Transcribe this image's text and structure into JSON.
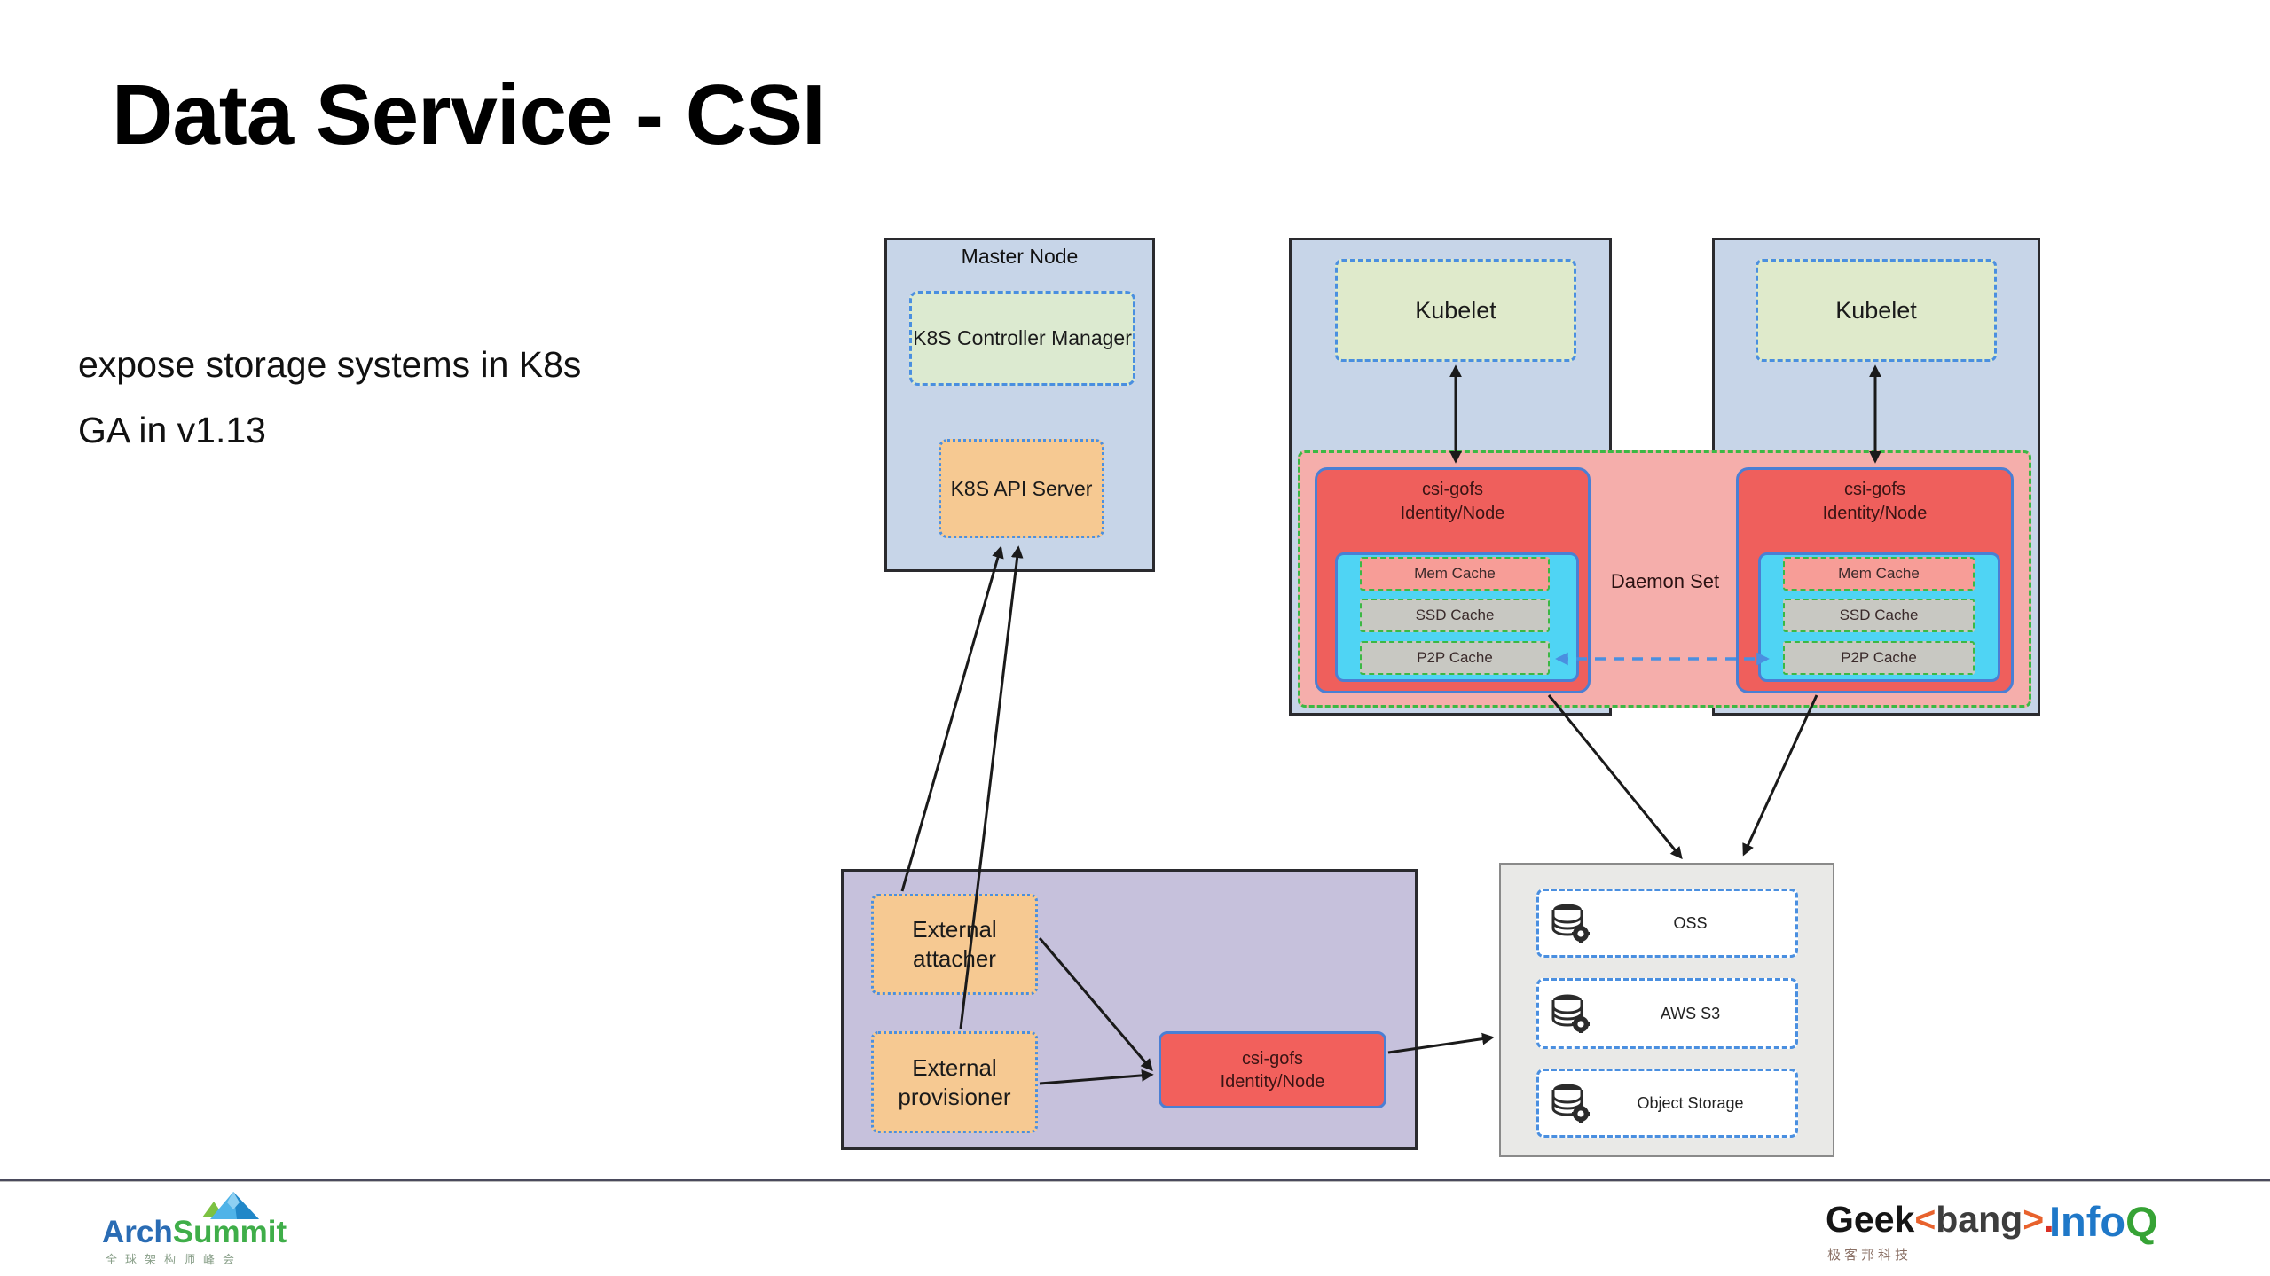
{
  "slide": {
    "title": "Data Service - CSI",
    "bullet_line1": "expose storage systems in K8s",
    "bullet_line2": "GA in v1.13"
  },
  "master_node": {
    "title": "Master Node",
    "controller_manager": "K8S Controller Manager",
    "api_server": "K8S API Server"
  },
  "worker": {
    "kubelet": "Kubelet",
    "daemon_set_label": "Daemon Set",
    "pod_title_line1": "csi-gofs",
    "pod_title_line2": "Identity/Node",
    "cache_mem": "Mem Cache",
    "cache_ssd": "SSD Cache",
    "cache_p2p": "P2P Cache"
  },
  "controller_pane": {
    "external_attacher": "External attacher",
    "external_provisioner": "External provisioner",
    "csi_title_line1": "csi-gofs",
    "csi_title_line2": "Identity/Node"
  },
  "storage": {
    "items": [
      {
        "label": "OSS"
      },
      {
        "label": "AWS S3"
      },
      {
        "label": "Object Storage"
      }
    ]
  },
  "footer": {
    "archsummit": {
      "arch": "Arch",
      "summit": "Summit",
      "tagline": "全球架构师峰会"
    },
    "geekbang": {
      "geek": "Geek",
      "open": "<",
      "bang": "bang",
      "close": ">",
      "dot": ".",
      "tagline": "极客邦科技"
    },
    "infoq": {
      "info": "Info",
      "q": "Q"
    }
  },
  "colors": {
    "node_fill": "#c7d5e8",
    "green_fill": "#dcead0",
    "orange_fill": "#f6c992",
    "red_fill": "#ef5f5c",
    "pink_daemon_fill": "#f5aeab",
    "cyan_fill": "#4fd4f4",
    "gray_cache_fill": "#c8c8c2",
    "salmon_cache_fill": "#f79d97",
    "purple_fill": "#c6c1dc",
    "storage_fill": "#e9e9e7",
    "dash_blue": "#4a8fe0",
    "dash_green": "#3cb844",
    "arrow_black": "#1a1a1a"
  }
}
